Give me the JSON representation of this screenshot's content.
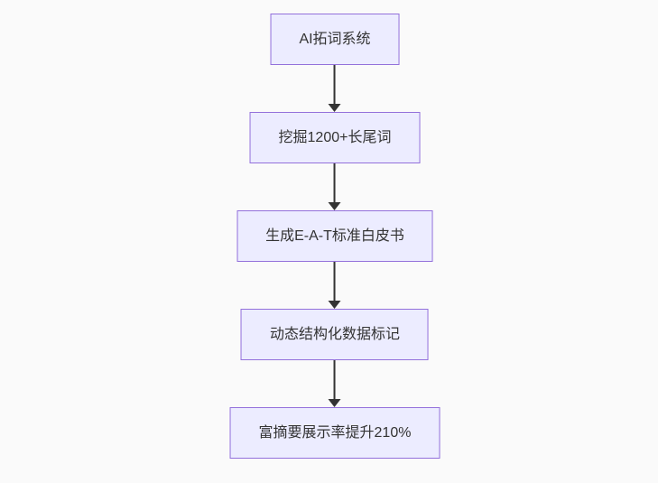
{
  "diagram": {
    "type": "flowchart-top-down",
    "nodes": [
      {
        "id": "node-1",
        "label": "AI拓词系统"
      },
      {
        "id": "node-2",
        "label": "挖掘1200+长尾词"
      },
      {
        "id": "node-3",
        "label": "生成E-A-T标准白皮书"
      },
      {
        "id": "node-4",
        "label": "动态结构化数据标记"
      },
      {
        "id": "node-5",
        "label": "富摘要展示率提升210%"
      }
    ],
    "edges": [
      {
        "from": "node-1",
        "to": "node-2"
      },
      {
        "from": "node-2",
        "to": "node-3"
      },
      {
        "from": "node-3",
        "to": "node-4"
      },
      {
        "from": "node-4",
        "to": "node-5"
      }
    ],
    "colors": {
      "background": "#FAFAFA",
      "node_fill": "#ECECFF",
      "node_border": "#9370DB",
      "arrow": "#333333",
      "text": "#333333"
    }
  }
}
